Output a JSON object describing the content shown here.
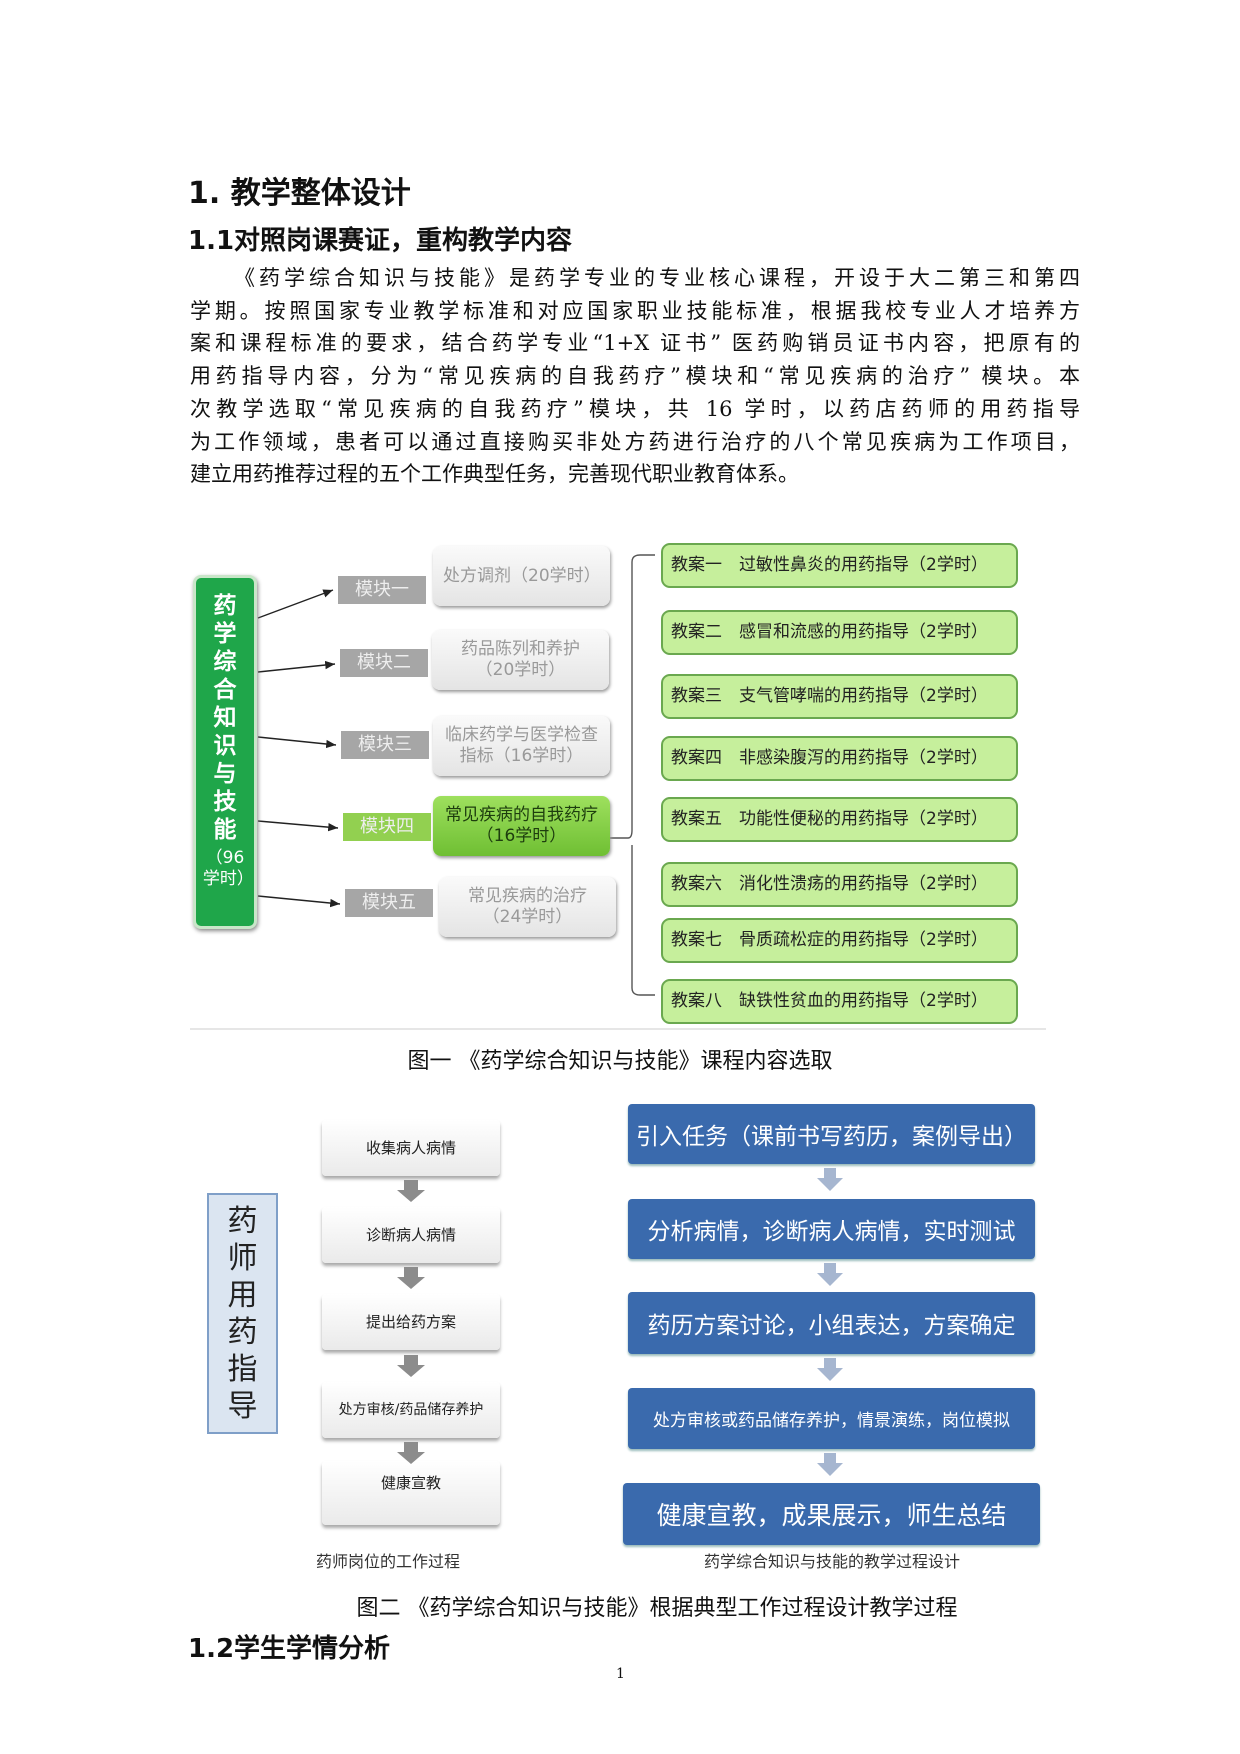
{
  "heading1": "1. 教学整体设计",
  "heading2": "1.1对照岗课赛证，重构教学内容",
  "paragraph": [
    "《药学综合知识与技能》是药学专业的专业核心课程，开设于大二第三和第四",
    "学期。按照国家专业教学标准和对应国家职业技能标准，根据我校专业人才培养方",
    "案和课程标准的要求，结合药学专业“1+X 证书” 医药购销员证书内容，把原有的",
    "用药指导内容，分为“常见疾病的自我药疗”模块和“常见疾病的治疗” 模块。本",
    "次教学选取“常见疾病的自我药疗”模块，共 16 学时，以药店药师的用药指导",
    "为工作领域，患者可以通过直接购买非处方药进行治疗的八个常见疾病为工作项目，",
    "建立用药推荐过程的五个工作典型任务，完善现代职业教育体系。"
  ],
  "figure1": {
    "root": "药学综合知识与技能",
    "root_hours": "（96学时）",
    "modules": [
      {
        "label": "模块一",
        "content": "处方调剂（20学时）"
      },
      {
        "label": "模块二",
        "content": "药品陈列和养护（20学时）"
      },
      {
        "label": "模块三",
        "content": "临床药学与医学检查指标（16学时）"
      },
      {
        "label": "模块四",
        "content": "常见疾病的自我药疗（16学时）"
      },
      {
        "label": "模块五",
        "content": "常见疾病的治疗（24学时）"
      }
    ],
    "cases": [
      "教案一　过敏性鼻炎的用药指导（2学时）",
      "教案二　感冒和流感的用药指导（2学时）",
      "教案三　支气管哮喘的用药指导（2学时）",
      "教案四　非感染腹泻的用药指导（2学时）",
      "教案五　功能性便秘的用药指导（2学时）",
      "教案六　消化性溃疡的用药指导（2学时）",
      "教案七　骨质疏松症的用药指导（2学时）",
      "教案八　缺铁性贫血的用药指导（2学时）"
    ],
    "caption": "图一 《药学综合知识与技能》课程内容选取"
  },
  "figure2": {
    "label": "药师用药指导",
    "steps": [
      "收集病人病情",
      "诊断病人病情",
      "提出给药方案",
      "处方审核/药品储存养护",
      "健康宣教"
    ],
    "teaching": [
      "引入任务（课前书写药历，案例导出）",
      "分析病情，诊断病人病情，实时测试",
      "药历方案讨论，小组表达，方案确定",
      "处方审核或药品储存养护，情景演练，岗位模拟",
      "健康宣教，成果展示，师生总结"
    ],
    "left_caption": "药师岗位的工作过程",
    "right_caption": "药学综合知识与技能的教学过程设计",
    "caption": "图二 《药学综合知识与技能》根据典型工作过程设计教学过程"
  },
  "heading3": "1.2学生学情分析",
  "page_number": "1"
}
